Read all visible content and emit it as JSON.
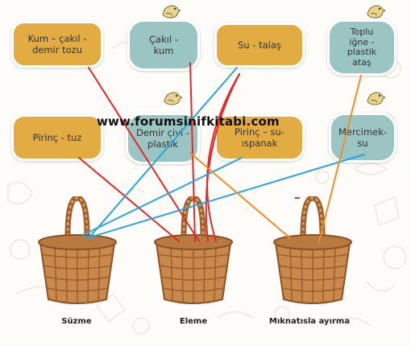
{
  "watermark": "www.forumsinifkitabi.com",
  "colors": {
    "yellow_card": "#e2ac43",
    "teal_card": "#9ac5c3",
    "red_line": "#e02a2a",
    "blue_line": "#2aa4df",
    "orange_line": "#f08c2a",
    "basket": "#c9894c"
  },
  "cards": {
    "kum_cakil_demir": {
      "line1": "Kum – çakıl -",
      "line2": "demir tozu",
      "line3": ""
    },
    "cakil_kum": {
      "line1": "Çakıl -",
      "line2": "kum",
      "line3": ""
    },
    "su_talas": {
      "line1": "Su - talaş",
      "line2": "",
      "line3": ""
    },
    "toplu_igne": {
      "line1": "Toplu",
      "line2": "iğne -",
      "line3": "plastik",
      "line4": "ataş"
    },
    "pirinc_tuz": {
      "line1": "Pirinç -  tuz",
      "line2": "",
      "line3": ""
    },
    "demir_civi": {
      "line1": "Demir çivi -",
      "line2": "plastik",
      "line3": ""
    },
    "pirinc_su": {
      "line1": "Pirinç – su-",
      "line2": "ıspanak",
      "line3": ""
    },
    "mercimek_su": {
      "line1": "Mercimek-",
      "line2": "su",
      "line3": ""
    }
  },
  "baskets": {
    "suzme": "Süzme",
    "eleme": "Eleme",
    "miknatis": "Mıknatısla ayırma"
  },
  "icons": {
    "bird": "bird-icon",
    "basket": "basket-icon"
  },
  "matches": [
    {
      "card": "Kum – çakıl - demir tozu",
      "method": "Eleme",
      "color": "red"
    },
    {
      "card": "Çakıl - kum",
      "method": "Eleme",
      "color": "red"
    },
    {
      "card": "Pirinç - tuz",
      "method": "Eleme",
      "color": "red"
    },
    {
      "card": "Su - talaş",
      "method": "Süzme",
      "color": "blue"
    },
    {
      "card": "Pirinç – su- ıspanak",
      "method": "Süzme",
      "color": "blue"
    },
    {
      "card": "Mercimek- su",
      "method": "Süzme",
      "color": "blue"
    },
    {
      "card": "Toplu iğne - plastik ataş",
      "method": "Mıknatısla ayırma",
      "color": "orange"
    },
    {
      "card": "Demir çivi - plastik",
      "method": "Mıknatısla ayırma",
      "color": "orange"
    }
  ]
}
